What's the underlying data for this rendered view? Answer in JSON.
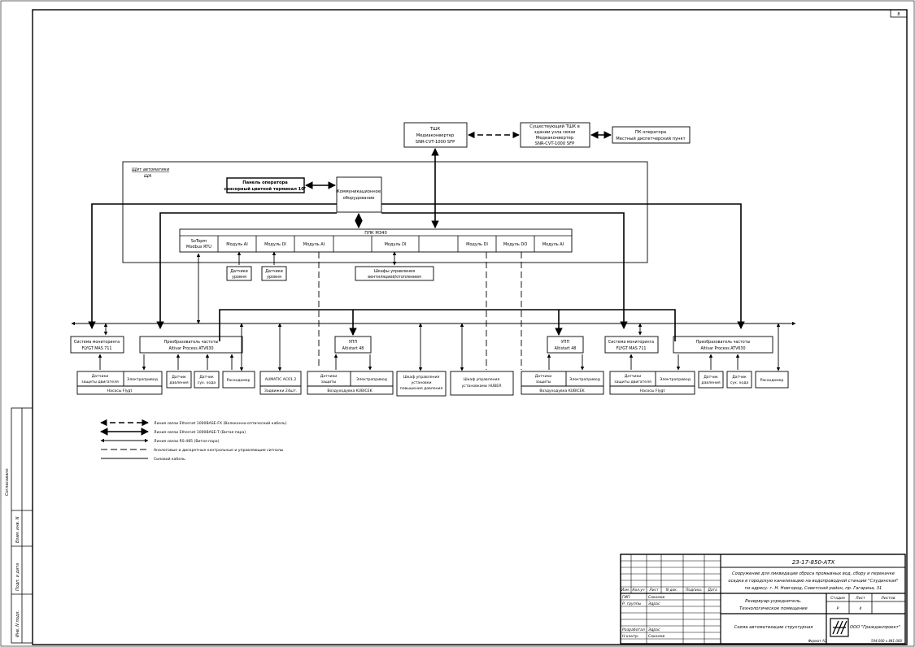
{
  "sheet_number": "8",
  "top": {
    "tshk": [
      "ТШК",
      "Медиаконвертер",
      "SNR-CVT-1000 SFP"
    ],
    "existing": [
      "Существующий ТШК в",
      "здании узла связи",
      "Медиаконвертер",
      "SNR-CVT-1000 SFP"
    ],
    "operator_pc": [
      "ПК оператора",
      "Местный диспетчерский пункт"
    ]
  },
  "cabinet": {
    "title": "Щит автоматики",
    "code": "ЩА",
    "panel": [
      "Панель оператора",
      "сенсорный цветной терминал 10\""
    ],
    "comm": [
      "Коммуникационное",
      "оборудование"
    ],
    "plc_title": "ПЛК M340",
    "modules": [
      [
        "SoTopm",
        "Modbus RTU"
      ],
      [
        "Модуль AI"
      ],
      [
        "Модуль DI"
      ],
      [
        "Модуль AI"
      ],
      [
        ""
      ],
      [
        "Модуль DI"
      ],
      [
        ""
      ],
      [
        "Модуль DI"
      ],
      [
        "Модуль DO"
      ],
      [
        "Модуль AI"
      ]
    ]
  },
  "under_plc": {
    "level1": [
      "Датчики",
      "уровня"
    ],
    "level2": [
      "Датчики",
      "уровня"
    ],
    "vent": [
      "Шкафы управления",
      "вентиляцией/отоплением"
    ]
  },
  "field": {
    "monitor_l": [
      "Система мониторинга",
      "FLYGT MAS 711"
    ],
    "vfd_l": [
      "Преобразователь частоты",
      "Altivar Process ATV630"
    ],
    "upp_l": [
      "УПП",
      "Altistart 48"
    ],
    "upp_r": [
      "УПП",
      "Altistart 48"
    ],
    "monitor_r": [
      "Система мониторинга",
      "FLYGT MAS 711"
    ],
    "vfd_r": [
      "Преобразователь частоты",
      "Altivar Process ATV630"
    ]
  },
  "devices": {
    "pump_l_prot": [
      "Датчики",
      "защиты двигателя"
    ],
    "pump_l_drive": [
      "Электропривод"
    ],
    "pump_l_group": "Насосы Flygt",
    "press_l": [
      "Датчик",
      "давления"
    ],
    "dry_l": [
      "Датчик",
      "сух. хода"
    ],
    "flow_l": [
      "Расходомер"
    ],
    "auma": [
      "AUMATIC AC01.2"
    ],
    "auma_sub": "Задвижки 24шт.",
    "blower_l_prot": [
      "Датчики",
      "защиты"
    ],
    "blower_l_drive": [
      "Электропривод"
    ],
    "blower_l_group": "Воздуходувка KUBICEK",
    "booster": [
      "Шкаф управления",
      "установки",
      "повышения давления"
    ],
    "huber": [
      "Шкаф управления",
      "установками HUBER"
    ],
    "blower_r_prot": [
      "Датчики",
      "защиты"
    ],
    "blower_r_drive": [
      "Электропривод"
    ],
    "blower_r_group": "Воздуходувка KUBICEK",
    "pump_r_prot": [
      "Датчики",
      "защиты двигателя"
    ],
    "pump_r_drive": [
      "Электропривод"
    ],
    "pump_r_group": "Насосы Flygt",
    "press_r": [
      "Датчик",
      "давления"
    ],
    "dry_r": [
      "Датчик",
      "сух. хода"
    ],
    "flow_r": [
      "Расходомер"
    ]
  },
  "legend": [
    "Линия связи Ethernet 1000BASE-FX (Волоконно-оптический кабель)",
    "Линия связи Ethernet 1000BASE-T (Витая пара)",
    "Линия связи RS-485 (Витая пара)",
    "Аналоговые и дискретные контрольные и управляющие сигналы",
    "Силовой кабель"
  ],
  "side_stamps": [
    "Согласовано",
    "Взам. инв. N",
    "Подп. и дата",
    "Инв. N подл."
  ],
  "title_block": {
    "code": "23-17-850-АТХ",
    "object": [
      "Сооружение для ликвидации сброса промывных вод, сбору и перекачке",
      "осадка в городскую канализацию на водопроводной станции \"Слудинская\"",
      "по адресу: г. Н. Новгород, Советский район, пр. Гагарина, 31"
    ],
    "header": [
      "Изм.",
      "Кол.уч",
      "Лист",
      "N док.",
      "Подпись",
      "Дата"
    ],
    "roles": [
      {
        "role": "ГИП",
        "name": "Соколов"
      },
      {
        "role": "Р. группы",
        "name": "Эдрас"
      },
      {
        "role": "",
        "name": ""
      },
      {
        "role": "",
        "name": ""
      },
      {
        "role": "Разработал",
        "name": "Эдрас"
      },
      {
        "role": "Н.контр.",
        "name": "Соколов"
      }
    ],
    "building": [
      "Резервуар-усреднитель.",
      "Технологическое помещение"
    ],
    "stage_header": [
      "Стадия",
      "Лист",
      "Листов"
    ],
    "stage_values": [
      "Р",
      "4",
      ""
    ],
    "drawing": "Схема автоматизации структурная",
    "company": "ООО \"Гражданпроект\"",
    "format": "Формат А3",
    "footer_right": "594.000 x 841.000"
  }
}
